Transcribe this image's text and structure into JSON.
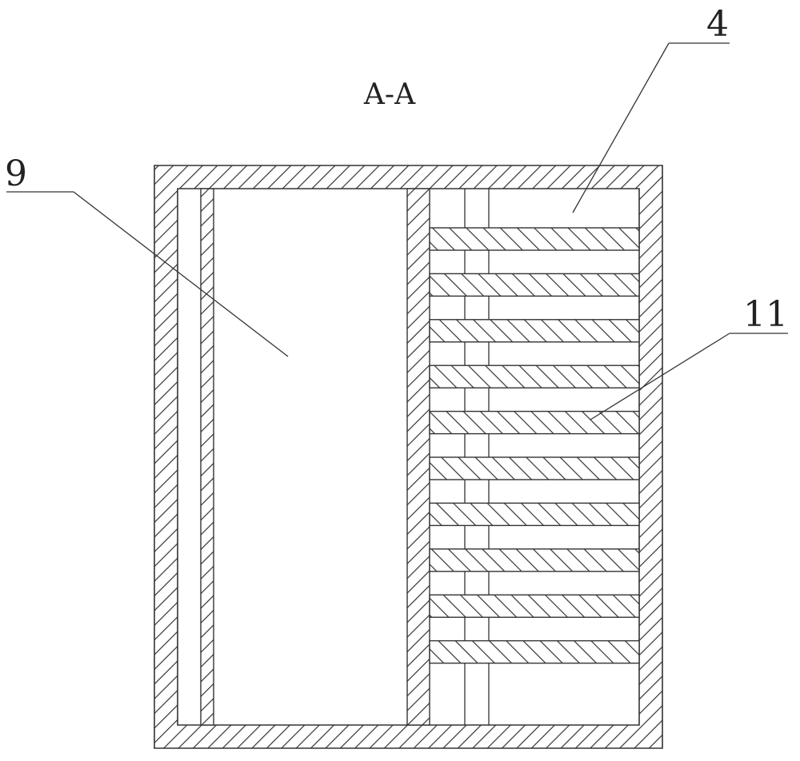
{
  "section_label": "A-A",
  "callouts": {
    "left_chamber": "9",
    "fin_chamber": "4",
    "fin_plate": "11"
  },
  "fin_plate_count": 10,
  "colors": {
    "line": "#333333",
    "hatch": "#333333",
    "background": "#ffffff"
  }
}
